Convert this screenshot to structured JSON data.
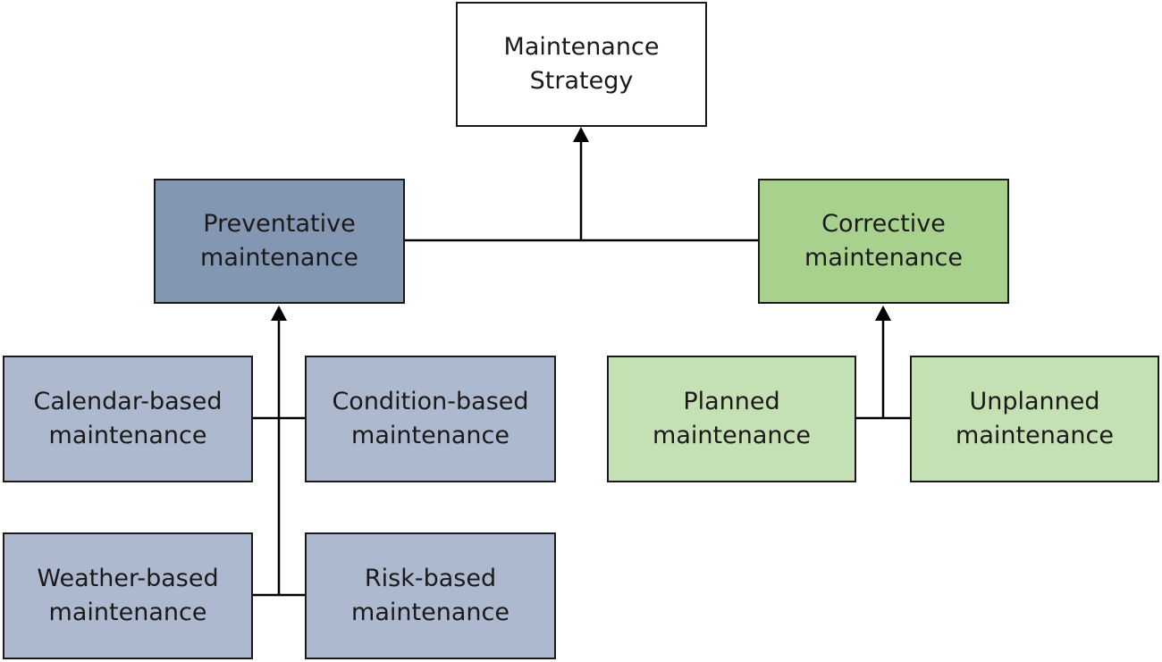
{
  "colors": {
    "root_fill": "#ffffff",
    "preventative_fill": "#8397b3",
    "preventative_child_fill": "#adb9ce",
    "corrective_fill": "#a8d18d",
    "corrective_child_fill": "#c5e0b3",
    "line": "#000000",
    "border": "#1a1a1a"
  },
  "nodes": {
    "root": {
      "label": "Maintenance\nStrategy"
    },
    "preventative": {
      "label": "Preventative\nmaintenance"
    },
    "corrective": {
      "label": "Corrective\nmaintenance"
    },
    "calendar_based": {
      "label": "Calendar-based\nmaintenance"
    },
    "condition_based": {
      "label": "Condition-based\nmaintenance"
    },
    "weather_based": {
      "label": "Weather-based\nmaintenance"
    },
    "risk_based": {
      "label": "Risk-based\nmaintenance"
    },
    "planned": {
      "label": "Planned\nmaintenance"
    },
    "unplanned": {
      "label": "Unplanned\nmaintenance"
    }
  },
  "edges": [
    {
      "from": "preventative",
      "to": "root"
    },
    {
      "from": "corrective",
      "to": "root"
    },
    {
      "from": "calendar_based",
      "to": "preventative"
    },
    {
      "from": "condition_based",
      "to": "preventative"
    },
    {
      "from": "weather_based",
      "to": "preventative"
    },
    {
      "from": "risk_based",
      "to": "preventative"
    },
    {
      "from": "planned",
      "to": "corrective"
    },
    {
      "from": "unplanned",
      "to": "corrective"
    }
  ]
}
